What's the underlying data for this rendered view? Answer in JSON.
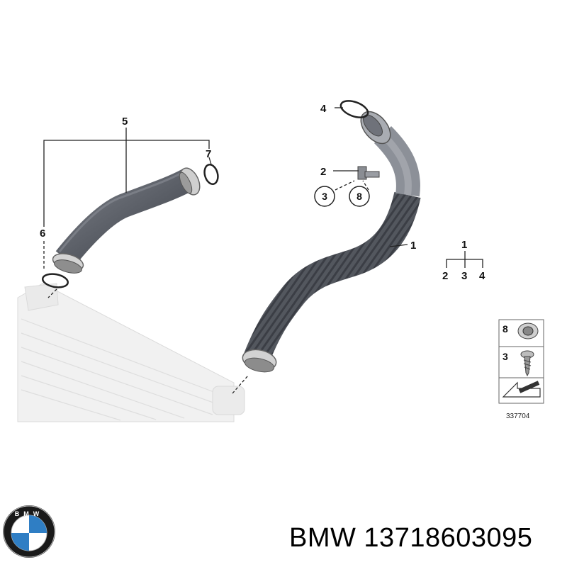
{
  "diagram": {
    "callouts": {
      "c1": "1",
      "c2": "2",
      "c4": "4",
      "c5": "5",
      "c6": "6",
      "c7": "7",
      "circled_3": "3",
      "circled_8": "8"
    },
    "tree": {
      "root": "1",
      "child_a": "2",
      "child_b": "3",
      "child_c": "4"
    },
    "legend": {
      "item_a": "8",
      "item_b": "3"
    },
    "diagram_number": "337704"
  },
  "footer": {
    "brand": "BMW",
    "part_number": "BMW 13718603095",
    "logo_letters": "BMW"
  },
  "colors": {
    "hose": "#5f636b",
    "hose_dark": "#3c3f45",
    "intercooler": "#e4e4e4",
    "logo_blue": "#2f7ec4",
    "logo_ring": "#1a1a1a"
  }
}
